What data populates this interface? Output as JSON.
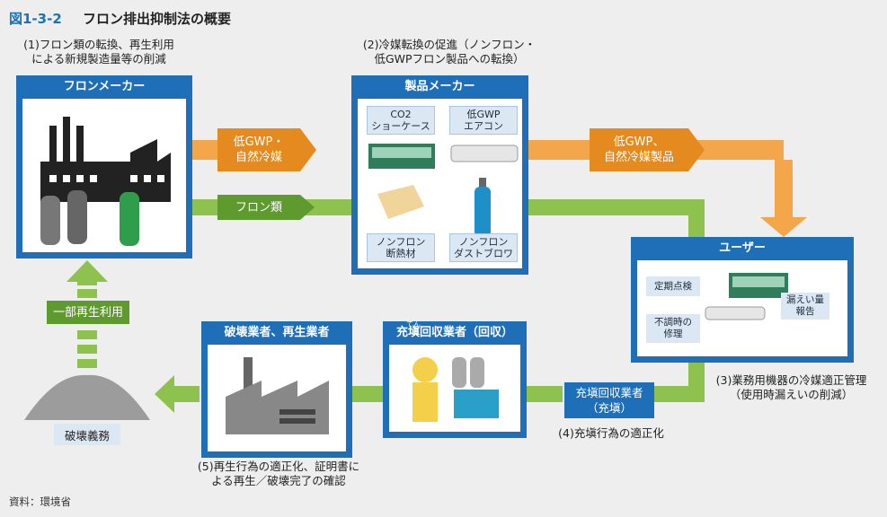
{
  "header": {
    "fig_no": "図1-3-2",
    "title": "フロン排出抑制法の概要"
  },
  "notes": {
    "n1": "(1)フロン類の転換、再生利用\nによる新規製造量等の削減",
    "n2": "(2)冷媒転換の促進（ノンフロン・\n低GWPフロン製品への転換）",
    "n3": "(3)業務用機器の冷媒適正管理\n（使用時漏えいの削減）",
    "n4": "(4)充塡行為の適正化",
    "n5": "(5)再生行為の適正化、証明書に\nよる再生／破壊完了の確認"
  },
  "boxes": {
    "maker": "フロンメーカー",
    "product_maker": "製品メーカー",
    "user": "ユーザー",
    "destroyer": "破壊業者、再生業者",
    "filler": "充塡回収業者（回収）",
    "filler_ruby": "てん"
  },
  "products": {
    "co2": "CO2\nショーケース",
    "aircon": "低GWP\nエアコン",
    "insulation": "ノンフロン\n断熱材",
    "duster": "ノンフロン\nダストブロワ"
  },
  "user_tags": {
    "inspection": "定期点検",
    "repair": "不調時の\n修理",
    "leak": "漏えい量\n報告"
  },
  "arrows": {
    "low_gwp": "低GWP・\n自然冷媒",
    "freon": "フロン類",
    "low_gwp_products": "低GWP、\n自然冷媒製品",
    "recycle": "一部再生利用",
    "filler_label": "充塡回収業者\n（充塡）"
  },
  "other": {
    "destruction_duty": "破壊義務",
    "source": "資料：環境省"
  },
  "colors": {
    "blue": "#1f6fb8",
    "orange": "#f3a64a",
    "green": "#8dc24f",
    "dark_orange": "#e48a1f",
    "dark_green": "#5f9a2f"
  }
}
